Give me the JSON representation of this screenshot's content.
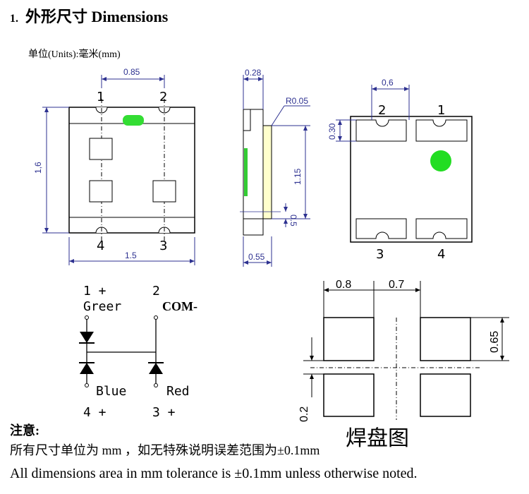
{
  "header": {
    "number": "1.",
    "title": "外形尺寸 Dimensions"
  },
  "units_label": "单位(Units):毫米(mm)",
  "top_view": {
    "dim_top": "0.85",
    "dim_left": "1,6",
    "dim_bottom": "1.5",
    "pins": [
      "1",
      "2",
      "4",
      "3"
    ],
    "marker_color": "#33dd33"
  },
  "side_view": {
    "dim_top": "0.28",
    "dim_radius": "R0.05",
    "dim_height": "1.15",
    "dim_small": "0.5",
    "dim_bottom": "0.55"
  },
  "bottom_view": {
    "dim_top": "0,6",
    "dim_left": "0.30",
    "pins": [
      "2",
      "1",
      "3",
      "4"
    ],
    "marker_color": "#22dd22"
  },
  "circuit": {
    "pin1": "1 +",
    "pin1_name": "Greer",
    "pin2": "2",
    "pin2_name": "COM-",
    "pin4_name": "Blue",
    "pin4": "4 +",
    "pin3_name": "Red",
    "pin3": "3 +"
  },
  "pad_layout": {
    "dim_a": "0.8",
    "dim_b": "0.7",
    "dim_c": "0.65",
    "dim_d": "0.2",
    "title": "焊盘图"
  },
  "notes": {
    "heading": "注意:",
    "line_cn": "所有尺寸单位为 mm ，如无特殊说明误差范围为±0.1mm",
    "line_en": "All dimensions area in mm tolerance is ±0.1mm unless otherwise noted."
  }
}
